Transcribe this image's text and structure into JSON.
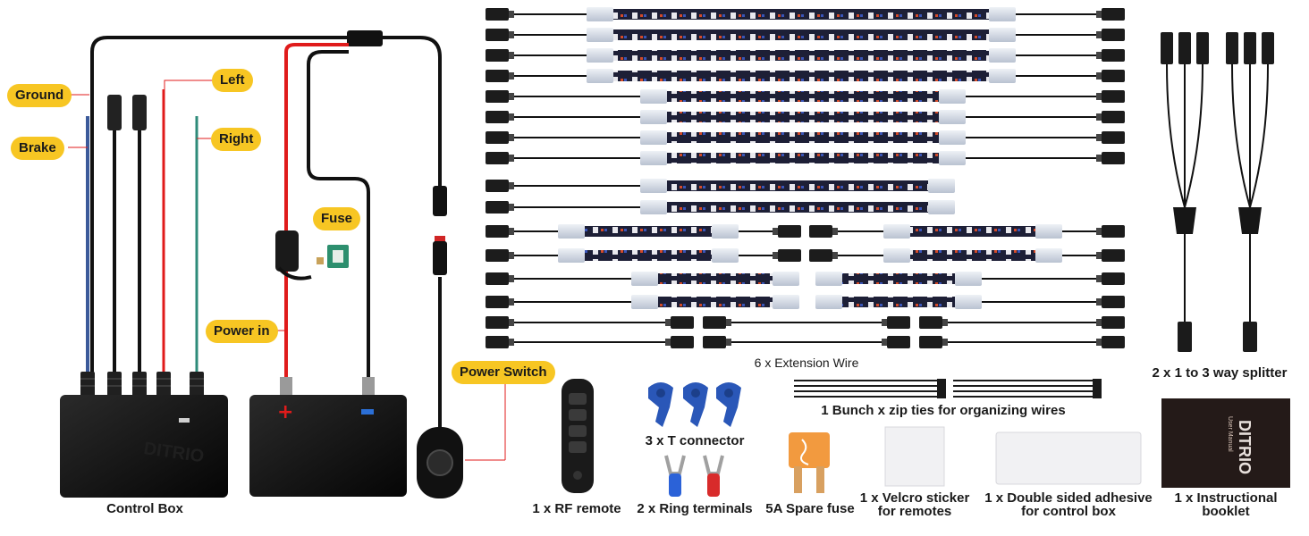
{
  "colors": {
    "label_bg": "#f7c623",
    "strip_pcb": "#1d1f36",
    "wire_black": "#111111",
    "wire_red": "#e01b1b",
    "wire_blue": "#3b5a9a",
    "wire_green": "#2e8b7a",
    "box": "#141414"
  },
  "wiring_labels": {
    "ground": "Ground",
    "brake": "Brake",
    "left": "Left",
    "right": "Right",
    "fuse": "Fuse",
    "power_in": "Power in",
    "power_switch": "Power Switch"
  },
  "captions": {
    "control_box": "Control Box",
    "extension_wire": "6 x Extension Wire",
    "splitter": "2 x 1 to 3 way splitter",
    "zip_ties": "1 Bunch x zip ties for organizing wires",
    "t_connector": "3 x T connector",
    "rf_remote": "1 x RF remote",
    "ring_terminals": "2 x Ring terminals",
    "spare_fuse": "5A Spare fuse",
    "velcro_1": "1 x Velcro sticker",
    "velcro_2": "for remotes",
    "adhesive_1": "1 x Double sided adhesive",
    "adhesive_2": "for control box",
    "booklet_1": "1 x Instructional",
    "booklet_2": "booklet"
  },
  "logos": {
    "brand": "DITRIO",
    "manual_title": "User Manual"
  }
}
